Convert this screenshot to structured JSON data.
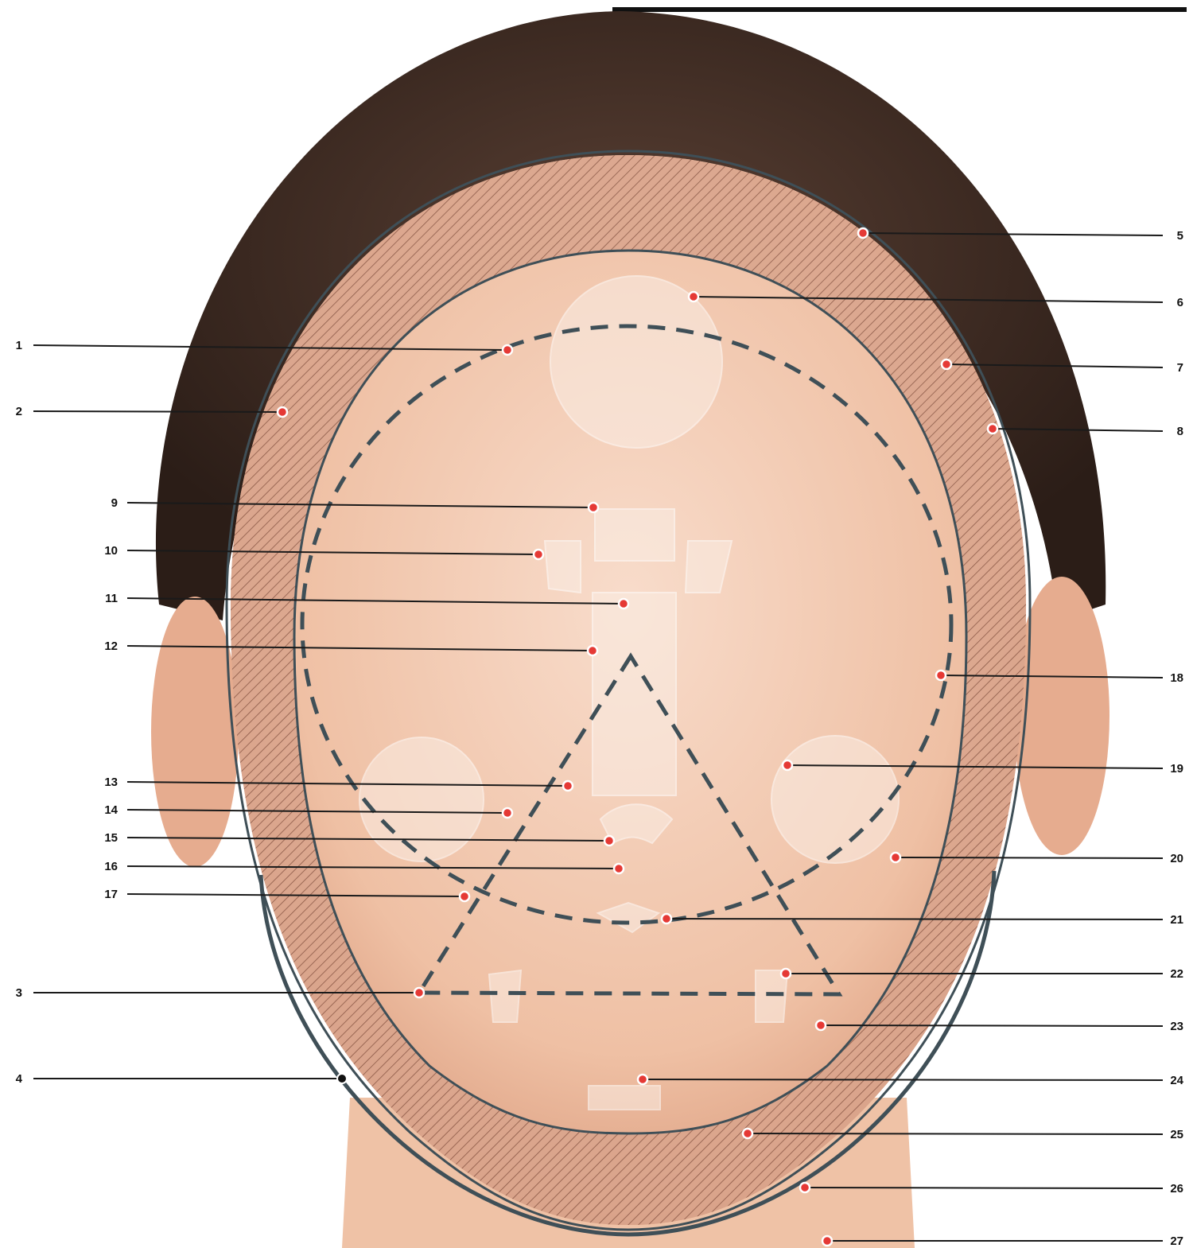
{
  "colors": {
    "background": "#ffffff",
    "hair": "#3a2a22",
    "skin": "#f3c9b0",
    "zone_fill": "#fbe8dc",
    "contour": "#3f4f57",
    "marker": "#e53935",
    "leader": "#1a1a1a"
  },
  "points": [
    {
      "id": "1",
      "label": "1",
      "marker": "red"
    },
    {
      "id": "2",
      "label": "2",
      "marker": "red"
    },
    {
      "id": "3",
      "label": "3",
      "marker": "red"
    },
    {
      "id": "4",
      "label": "4",
      "marker": "black"
    },
    {
      "id": "5",
      "label": "5",
      "marker": "red"
    },
    {
      "id": "6",
      "label": "6",
      "marker": "red"
    },
    {
      "id": "7",
      "label": "7",
      "marker": "red"
    },
    {
      "id": "8",
      "label": "8",
      "marker": "red"
    },
    {
      "id": "9",
      "label": "9",
      "marker": "red"
    },
    {
      "id": "10",
      "label": "10",
      "marker": "red"
    },
    {
      "id": "11",
      "label": "11",
      "marker": "red"
    },
    {
      "id": "12",
      "label": "12",
      "marker": "red"
    },
    {
      "id": "13",
      "label": "13",
      "marker": "red"
    },
    {
      "id": "14",
      "label": "14",
      "marker": "red"
    },
    {
      "id": "15",
      "label": "15",
      "marker": "red"
    },
    {
      "id": "16",
      "label": "16",
      "marker": "red"
    },
    {
      "id": "17",
      "label": "17",
      "marker": "red"
    },
    {
      "id": "18",
      "label": "18",
      "marker": "red"
    },
    {
      "id": "19",
      "label": "19",
      "marker": "red"
    },
    {
      "id": "20",
      "label": "20",
      "marker": "red"
    },
    {
      "id": "21",
      "label": "21",
      "marker": "red"
    },
    {
      "id": "22",
      "label": "22",
      "marker": "red"
    },
    {
      "id": "23",
      "label": "23",
      "marker": "red"
    },
    {
      "id": "24",
      "label": "24",
      "marker": "red"
    },
    {
      "id": "25",
      "label": "25",
      "marker": "red"
    },
    {
      "id": "26",
      "label": "26",
      "marker": "red"
    },
    {
      "id": "27",
      "label": "27",
      "marker": "red"
    }
  ]
}
